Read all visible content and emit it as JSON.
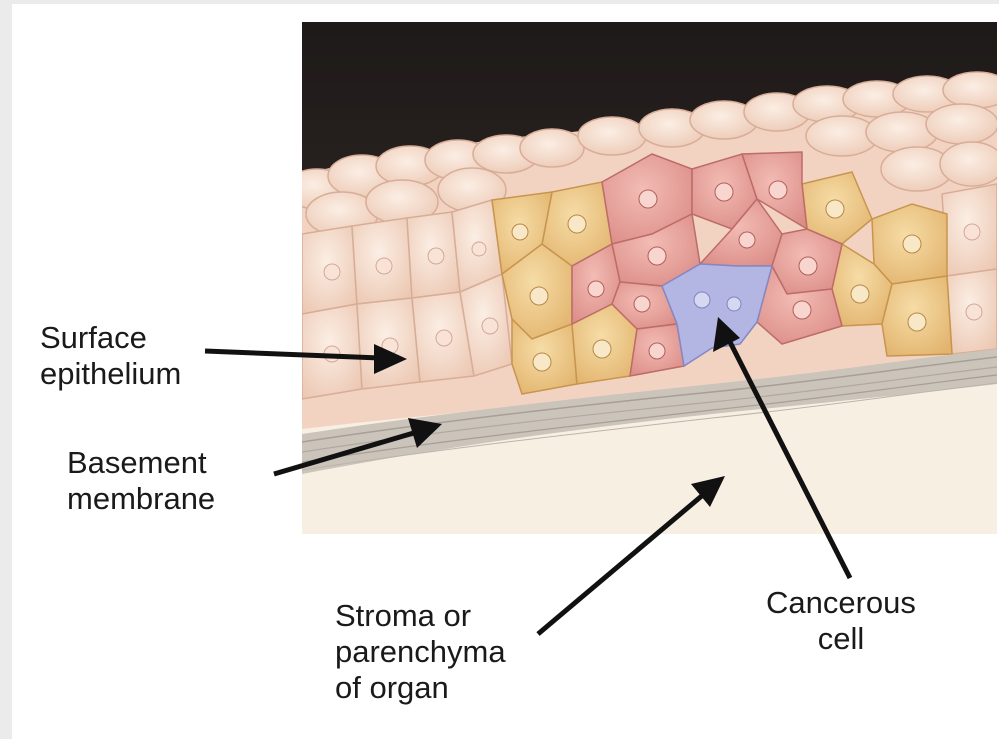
{
  "labels": {
    "surface_epithelium": [
      "Surface",
      "epithelium"
    ],
    "basement_membrane": [
      "Basement",
      "membrane"
    ],
    "stroma": [
      "Stroma or",
      "parenchyma",
      "of organ"
    ],
    "cancerous_cell": [
      "Cancerous",
      "cell"
    ]
  },
  "colors": {
    "lumen": "#2b2220",
    "normal_cell": "#f4d9c8",
    "dysplastic_cell_yellow": "#eec98a",
    "dysplastic_cell_pink": "#e9a6a0",
    "cancerous_cell": "#b3b6e2",
    "basement_membrane": "#c9c2b8",
    "stroma": "#f7efe2"
  }
}
